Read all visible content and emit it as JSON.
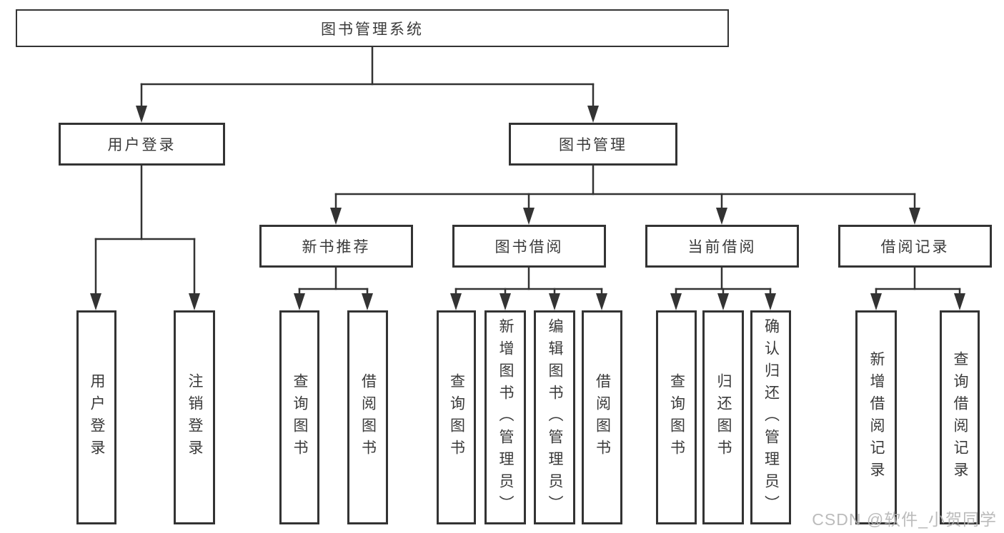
{
  "tree": {
    "root": {
      "label": "图书管理系统"
    },
    "branches": [
      {
        "label": "用户登录",
        "children": [
          {
            "label": "用户登录"
          },
          {
            "label": "注销登录"
          }
        ]
      },
      {
        "label": "图书管理",
        "children": [
          {
            "label": "新书推荐",
            "children": [
              {
                "label": "查询图书"
              },
              {
                "label": "借阅图书"
              }
            ]
          },
          {
            "label": "图书借阅",
            "children": [
              {
                "label": "查询图书"
              },
              {
                "label": "新增图书（管理员）"
              },
              {
                "label": "编辑图书（管理员）"
              },
              {
                "label": "借阅图书"
              }
            ]
          },
          {
            "label": "当前借阅",
            "children": [
              {
                "label": "查询图书"
              },
              {
                "label": "归还图书"
              },
              {
                "label": "确认归还（管理员）"
              }
            ]
          },
          {
            "label": "借阅记录",
            "children": [
              {
                "label": "新增借阅记录"
              },
              {
                "label": "查询借阅记录"
              }
            ]
          }
        ]
      }
    ]
  },
  "watermark": {
    "text": "CSDN @软件_小贺同学"
  },
  "colors": {
    "line": "#333333",
    "text": "#3a3a3a",
    "watermark": "#b2b2b2",
    "background": "#ffffff"
  }
}
